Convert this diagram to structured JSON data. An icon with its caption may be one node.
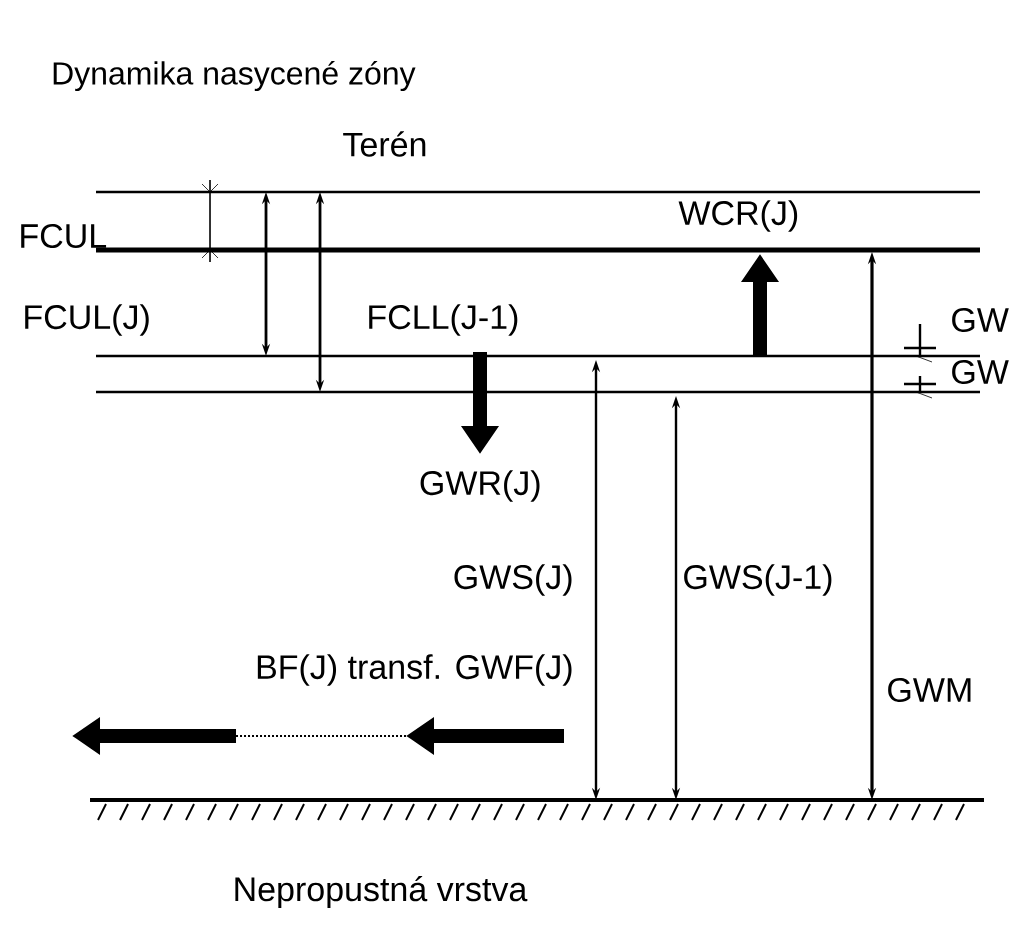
{
  "diagram": {
    "title": "Dynamika nasycené zóny",
    "labels": [
      "Terén",
      "FCUL",
      "WCR(J)",
      "FCUL(J)",
      "FCLL(J-1)",
      "GW",
      "GW",
      "GWR(J)",
      "GWS(J)",
      "GWS(J-1)",
      "BF(J) transf. GWF(J)",
      "GWM",
      "Nepropustná vrstva"
    ]
  }
}
